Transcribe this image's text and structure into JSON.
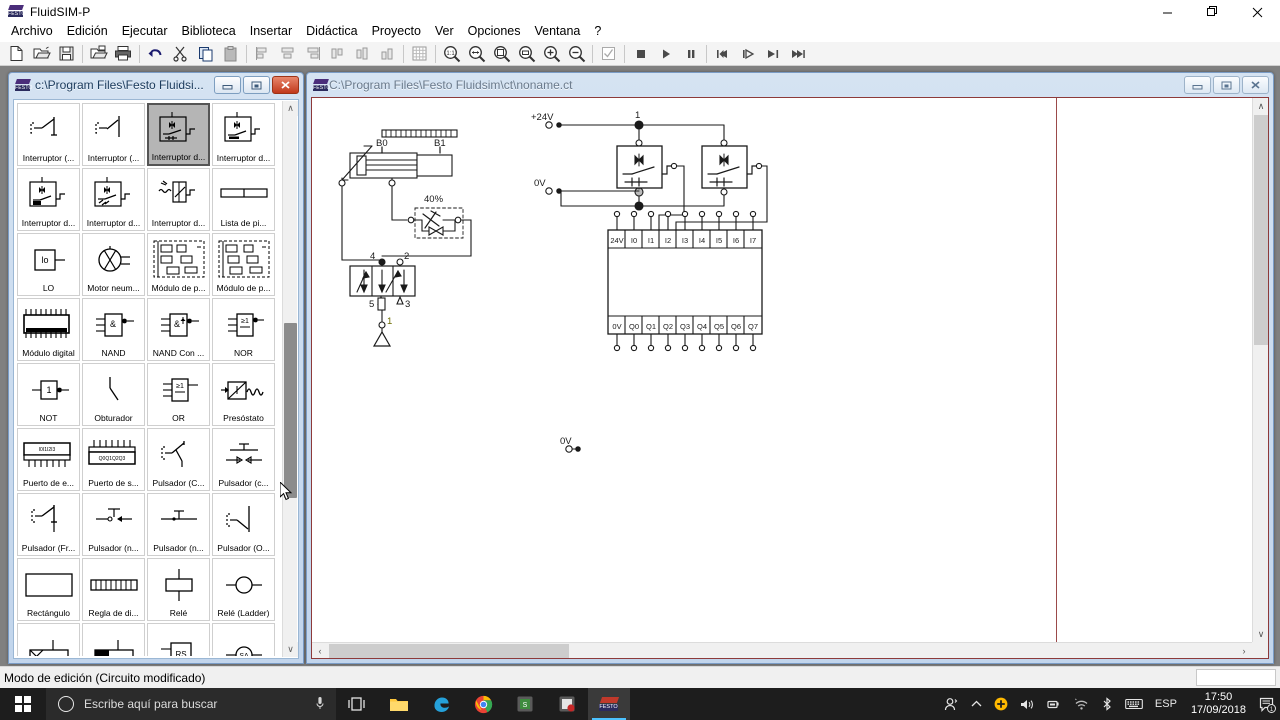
{
  "window": {
    "app_title": "FluidSIM-P",
    "app_icon": "festo-logo-icon",
    "minimize_label": "–",
    "restore_label": "❐",
    "close_label": "✕"
  },
  "menubar": {
    "items": [
      {
        "label": "Archivo",
        "name": "menu-archivo"
      },
      {
        "label": "Edición",
        "name": "menu-edicion"
      },
      {
        "label": "Ejecutar",
        "name": "menu-ejecutar"
      },
      {
        "label": "Biblioteca",
        "name": "menu-biblioteca"
      },
      {
        "label": "Insertar",
        "name": "menu-insertar"
      },
      {
        "label": "Didáctica",
        "name": "menu-didactica"
      },
      {
        "label": "Proyecto",
        "name": "menu-proyecto"
      },
      {
        "label": "Ver",
        "name": "menu-ver"
      },
      {
        "label": "Opciones",
        "name": "menu-opciones"
      },
      {
        "label": "Ventana",
        "name": "menu-ventana"
      },
      {
        "label": "?",
        "name": "menu-help"
      }
    ]
  },
  "toolbar": {
    "buttons": [
      {
        "icon": "new-document-icon",
        "name": "toolbar-new",
        "enabled": true
      },
      {
        "icon": "open-folder-icon",
        "name": "toolbar-open",
        "enabled": true
      },
      {
        "icon": "save-disk-icon",
        "name": "toolbar-save",
        "enabled": true
      },
      {
        "sep": true
      },
      {
        "icon": "print-preview-icon",
        "name": "toolbar-print-preview",
        "enabled": true
      },
      {
        "icon": "printer-icon",
        "name": "toolbar-print",
        "enabled": true
      },
      {
        "sep": true
      },
      {
        "icon": "undo-arrow-icon",
        "name": "toolbar-undo",
        "enabled": true
      },
      {
        "icon": "scissors-cut-icon",
        "name": "toolbar-cut",
        "enabled": true
      },
      {
        "icon": "copy-icon",
        "name": "toolbar-copy",
        "enabled": true
      },
      {
        "icon": "paste-icon",
        "name": "toolbar-paste",
        "enabled": false
      },
      {
        "sep": true
      },
      {
        "icon": "align-left-icon",
        "name": "toolbar-align-left",
        "enabled": false
      },
      {
        "icon": "align-center-icon",
        "name": "toolbar-align-center",
        "enabled": false
      },
      {
        "icon": "align-right-icon",
        "name": "toolbar-align-right",
        "enabled": false
      },
      {
        "icon": "align-top-icon",
        "name": "toolbar-align-top",
        "enabled": false
      },
      {
        "icon": "align-middle-icon",
        "name": "toolbar-align-middle",
        "enabled": false
      },
      {
        "icon": "align-bottom-icon",
        "name": "toolbar-align-bottom",
        "enabled": false
      },
      {
        "sep": true
      },
      {
        "icon": "grid-icon",
        "name": "toolbar-grid",
        "enabled": false
      },
      {
        "sep": true
      },
      {
        "icon": "zoom-actual-icon",
        "name": "toolbar-zoom-100",
        "enabled": true
      },
      {
        "icon": "zoom-fit-width-icon",
        "name": "toolbar-zoom-fit-width",
        "enabled": true
      },
      {
        "icon": "zoom-fit-page-icon",
        "name": "toolbar-zoom-fit-page",
        "enabled": true
      },
      {
        "icon": "zoom-region-icon",
        "name": "toolbar-zoom-region",
        "enabled": true
      },
      {
        "icon": "zoom-in-icon",
        "name": "toolbar-zoom-in",
        "enabled": true
      },
      {
        "icon": "zoom-out-icon",
        "name": "toolbar-zoom-out",
        "enabled": true
      },
      {
        "sep": true
      },
      {
        "icon": "check-box-icon",
        "name": "toolbar-check",
        "enabled": false
      },
      {
        "sep": true
      },
      {
        "icon": "stop-square-icon",
        "name": "toolbar-stop",
        "enabled": true
      },
      {
        "icon": "play-triangle-icon",
        "name": "toolbar-play",
        "enabled": true
      },
      {
        "icon": "pause-bars-icon",
        "name": "toolbar-pause",
        "enabled": true
      },
      {
        "sep": true
      },
      {
        "icon": "skip-start-icon",
        "name": "toolbar-reset",
        "enabled": true
      },
      {
        "icon": "step-forward-icon",
        "name": "toolbar-step",
        "enabled": true
      },
      {
        "icon": "skip-end-icon",
        "name": "toolbar-end",
        "enabled": true
      },
      {
        "icon": "fast-forward-icon",
        "name": "toolbar-fast-forward",
        "enabled": true
      }
    ]
  },
  "library_window": {
    "title": "c:\\Program Files\\Festo Fluidsi...",
    "icon": "festo-logo-icon",
    "minimize_label": "–",
    "restore_label": "❐",
    "close_label": "✕",
    "items": [
      {
        "caption": "Interruptor (...",
        "icon": "limit-switch-no-icon",
        "selected": false
      },
      {
        "caption": "Interruptor (...",
        "icon": "limit-switch-nc-icon",
        "selected": false
      },
      {
        "caption": "Interruptor d...",
        "icon": "proximity-switch-capacitive-icon",
        "selected": true
      },
      {
        "caption": "Interruptor d...",
        "icon": "proximity-switch-inductive-icon",
        "selected": false
      },
      {
        "caption": "Interruptor d...",
        "icon": "proximity-switch-magnetic-icon",
        "selected": false
      },
      {
        "caption": "Interruptor d...",
        "icon": "proximity-switch-optical-icon",
        "selected": false
      },
      {
        "caption": "Interruptor d...",
        "icon": "pressure-switch-icon",
        "selected": false
      },
      {
        "caption": "Lista de pi...",
        "icon": "parts-list-icon",
        "selected": false
      },
      {
        "caption": "LO",
        "icon": "logic-lo-icon",
        "selected": false
      },
      {
        "caption": "Motor neum...",
        "icon": "pneumatic-motor-icon",
        "selected": false
      },
      {
        "caption": "Módulo de p...",
        "icon": "process-module-a-icon",
        "selected": false
      },
      {
        "caption": "Módulo de p...",
        "icon": "process-module-b-icon",
        "selected": false
      },
      {
        "caption": "Módulo digital",
        "icon": "digital-module-icon",
        "selected": false
      },
      {
        "caption": "NAND",
        "icon": "nand-gate-icon",
        "selected": false
      },
      {
        "caption": "NAND Con ...",
        "icon": "nand-gate-edge-icon",
        "selected": false
      },
      {
        "caption": "NOR",
        "icon": "nor-gate-icon",
        "selected": false
      },
      {
        "caption": "NOT",
        "icon": "not-gate-icon",
        "selected": false
      },
      {
        "caption": "Obturador",
        "icon": "shutter-icon",
        "selected": false
      },
      {
        "caption": "OR",
        "icon": "or-gate-icon",
        "selected": false
      },
      {
        "caption": "Presóstato",
        "icon": "pressure-sensor-icon",
        "selected": false
      },
      {
        "caption": "Puerto de e...",
        "icon": "input-port-icon",
        "selected": false
      },
      {
        "caption": "Puerto de s...",
        "icon": "output-port-icon",
        "selected": false
      },
      {
        "caption": "Pulsador (C...",
        "icon": "pushbutton-changeover-icon",
        "selected": false
      },
      {
        "caption": "Pulsador (c...",
        "icon": "pushbutton-detent-icon",
        "selected": false
      },
      {
        "caption": "Pulsador (Fr...",
        "icon": "pushbutton-break-icon",
        "selected": false
      },
      {
        "caption": "Pulsador (n...",
        "icon": "pushbutton-no-icon",
        "selected": false
      },
      {
        "caption": "Pulsador (n...",
        "icon": "pushbutton-nc-icon",
        "selected": false
      },
      {
        "caption": "Pulsador (O...",
        "icon": "pushbutton-open-icon",
        "selected": false
      },
      {
        "caption": "Rectángulo",
        "icon": "rectangle-icon",
        "selected": false
      },
      {
        "caption": "Regla de di...",
        "icon": "distance-rule-icon",
        "selected": false
      },
      {
        "caption": "Relé",
        "icon": "relay-icon",
        "selected": false
      },
      {
        "caption": "Relé (Ladder)",
        "icon": "relay-ladder-icon",
        "selected": false
      },
      {
        "caption": "",
        "icon": "relay-delay-icon",
        "selected": false
      },
      {
        "caption": "",
        "icon": "relay-solid-icon",
        "selected": false
      },
      {
        "caption": "",
        "icon": "rs-flipflop-icon",
        "selected": false
      },
      {
        "caption": "",
        "icon": "indicator-lamp-icon",
        "selected": false
      }
    ],
    "scrollbar": {
      "up_arrow": "∧",
      "down_arrow": "∨"
    }
  },
  "document_window": {
    "title": "C:\\Program Files\\Festo Fluidsim\\ct\\noname.ct",
    "icon": "festo-logo-icon",
    "minimize_label": "–",
    "restore_label": "❐",
    "close_label": "✕",
    "vscroll": {
      "up_arrow": "∧",
      "down_arrow": "∨"
    },
    "hscroll": {
      "left_arrow": "‹",
      "right_arrow": "›"
    }
  },
  "circuit": {
    "pneumatic": {
      "sensor_b0": "B0",
      "sensor_b1": "B1",
      "throttle_percent": "40%",
      "valve_ports": {
        "p4": "4",
        "p2": "2",
        "p5": "5",
        "p3": "3",
        "p1": "1"
      }
    },
    "electrical": {
      "supply_plus": "+24V",
      "supply_zero": "0V",
      "node_label": "1",
      "floating_zero": "0V"
    },
    "plc": {
      "inputs": [
        "24V",
        "I0",
        "I1",
        "I2",
        "I3",
        "I4",
        "I5",
        "I6",
        "I7"
      ],
      "outputs": [
        "0V",
        "Q0",
        "Q1",
        "Q2",
        "Q3",
        "Q4",
        "Q5",
        "Q6",
        "Q7"
      ]
    }
  },
  "statusbar": {
    "message": "Modo de edición (Circuito modificado)"
  },
  "taskbar": {
    "start_icon": "windows-logo-icon",
    "search_placeholder": "Escribe aquí para buscar",
    "search_icon": "search-circle-icon",
    "mic_icon": "microphone-icon",
    "buttons": [
      {
        "icon": "task-view-icon",
        "name": "taskbar-task-view"
      },
      {
        "icon": "file-explorer-icon",
        "name": "taskbar-file-explorer"
      },
      {
        "icon": "edge-browser-icon",
        "name": "taskbar-edge"
      },
      {
        "icon": "chrome-browser-icon",
        "name": "taskbar-chrome"
      },
      {
        "icon": "app-green-icon",
        "name": "taskbar-app-1"
      },
      {
        "icon": "app-red-icon",
        "name": "taskbar-app-2"
      },
      {
        "icon": "fluidsim-icon",
        "name": "taskbar-fluidsim"
      }
    ],
    "tray": {
      "people_icon": "people-icon",
      "chevron_icon": "show-hidden-icons-icon",
      "shield_icon": "security-shield-icon",
      "volume_icon": "volume-speaker-icon",
      "network_icon": "network-icon",
      "wifi_icon": "wifi-icon",
      "bluetooth_icon": "bluetooth-icon",
      "keyboard_icon": "keyboard-layout-icon",
      "language": "ESP",
      "time": "17:50",
      "date": "17/09/2018",
      "notifications_icon": "action-center-icon",
      "notification_count": "1"
    }
  },
  "cursor": {
    "icon": "mouse-pointer-icon"
  }
}
